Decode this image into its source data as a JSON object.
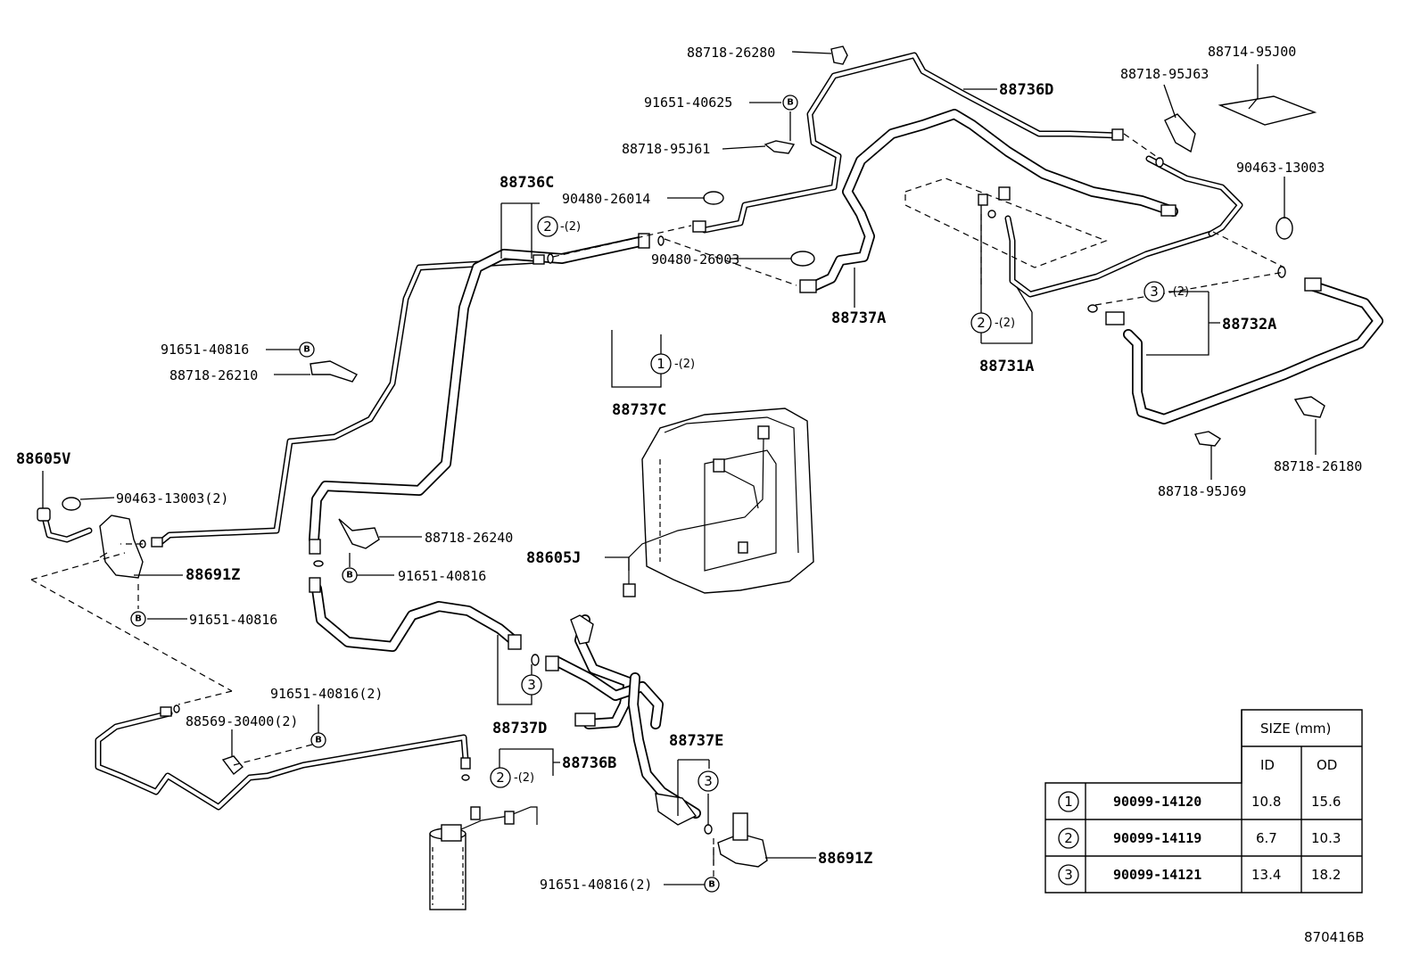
{
  "diagram_id": "870416B",
  "parts": {
    "p88718_26280": "88718-26280",
    "p91651_40625": "91651-40625",
    "p88718_95J61": "88718-95J61",
    "p88736D": "88736D",
    "p88714_95J00": "88714-95J00",
    "p88718_95J63": "88718-95J63",
    "p90463_13003": "90463-13003",
    "p88736C": "88736C",
    "p90480_26014": "90480-26014",
    "p90480_26003": "90480-26003",
    "p88737A": "88737A",
    "p88731A": "88731A",
    "p88732A": "88732A",
    "p91651_40816_a": "91651-40816",
    "p88718_26210": "88718-26210",
    "p88737C": "88737C",
    "p88605V": "88605V",
    "p90463_13003_2": "90463-13003(2)",
    "p88718_26240": "88718-26240",
    "p91651_40816_b": "91651-40816",
    "p88691Z_a": "88691Z",
    "p91651_40816_c": "91651-40816",
    "p88605J": "88605J",
    "p88718_26180": "88718-26180",
    "p88718_95J69": "88718-95J69",
    "p91651_40816_2a": "91651-40816(2)",
    "p88569_30400_2": "88569-30400(2)",
    "p88736B": "88736B",
    "p88737D": "88737D",
    "p88737E": "88737E",
    "p88691Z_b": "88691Z",
    "p91651_40816_2b": "91651-40816(2)"
  },
  "callouts": {
    "c1": "1",
    "c2": "2",
    "c3": "3",
    "b": "B",
    "qty2": "-(2)"
  },
  "size_table": {
    "header_size": "SIZE (mm)",
    "header_id": "ID",
    "header_od": "OD",
    "rows": [
      {
        "ref": "1",
        "part": "90099-14120",
        "id": "10.8",
        "od": "15.6"
      },
      {
        "ref": "2",
        "part": "90099-14119",
        "id": "6.7",
        "od": "10.3"
      },
      {
        "ref": "3",
        "part": "90099-14121",
        "id": "13.4",
        "od": "18.2"
      }
    ]
  }
}
